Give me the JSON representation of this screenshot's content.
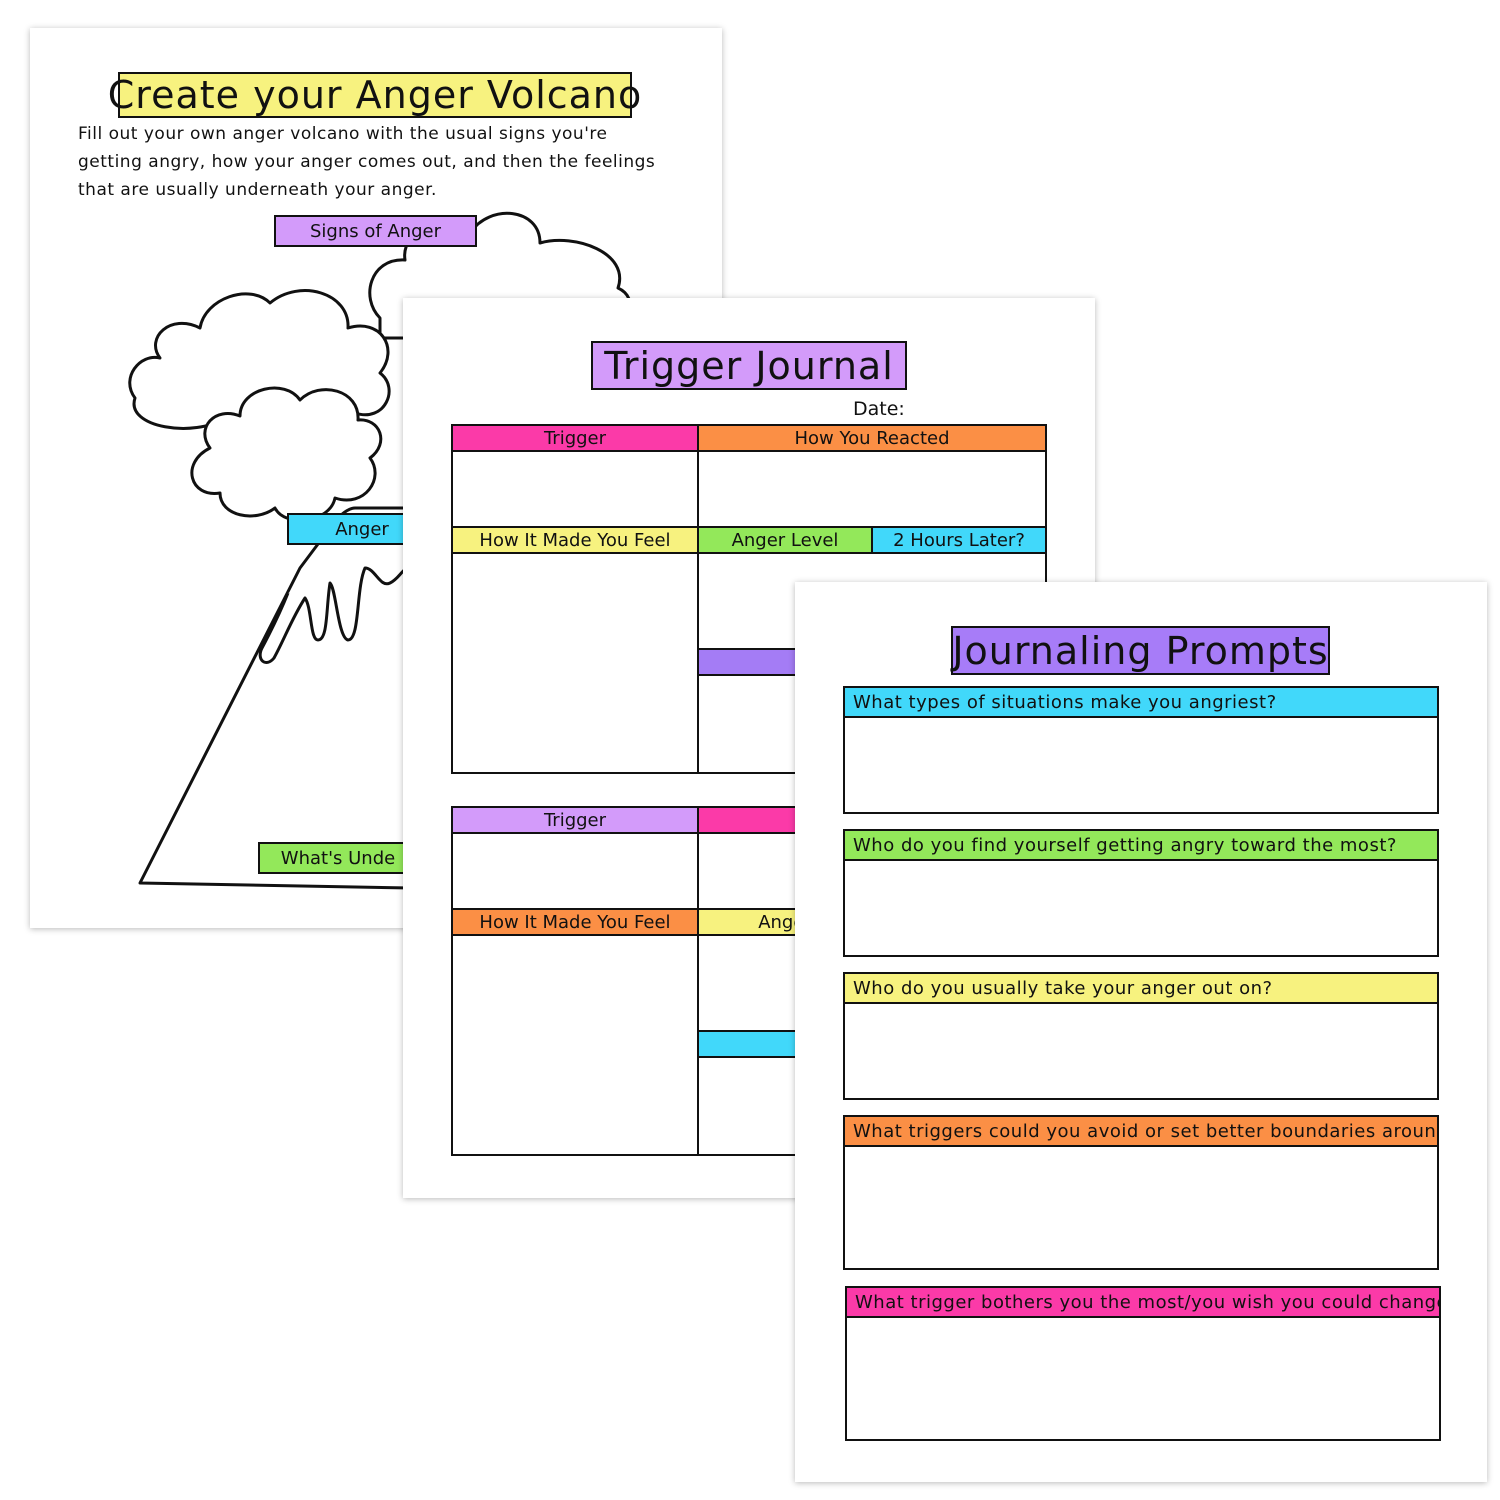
{
  "colors": {
    "yellow": "#f7f27f",
    "purple": "#d39bfa",
    "deep_purple": "#a47cf5",
    "violet": "#a77cf8",
    "blue": "#41d8fa",
    "green": "#93e85a",
    "pink": "#fb3aa8",
    "orange": "#fb8f45"
  },
  "volcano_page": {
    "title": "Create your Anger Volcano",
    "intro_lines": [
      "Fill out your own anger volcano with the usual signs you're",
      "getting angry, how your anger comes out, and then the feelings",
      "that are usually underneath your anger."
    ],
    "labels": {
      "signs": "Signs of Anger",
      "anger": "Anger",
      "underneath": "What's Unde"
    }
  },
  "trigger_page": {
    "title": "Trigger Journal",
    "date_label": "Date:",
    "entry1": {
      "trigger": "Trigger",
      "reacted": "How You Reacted",
      "feel": "How It Made You Feel",
      "level": "Anger Level",
      "later": "2 Hours Later?"
    },
    "entry2": {
      "trigger": "Trigger",
      "feel": "How It Made You Feel",
      "level": "Anger"
    }
  },
  "prompts_page": {
    "title": "Journaling Prompts",
    "prompts": [
      "What types of situations make you angriest?",
      "Who do you find yourself getting angry toward the most?",
      "Who do you usually take your anger out on?",
      "What triggers could you avoid or set better boundaries around?",
      "What trigger bothers you the most/you wish you could change?"
    ]
  }
}
